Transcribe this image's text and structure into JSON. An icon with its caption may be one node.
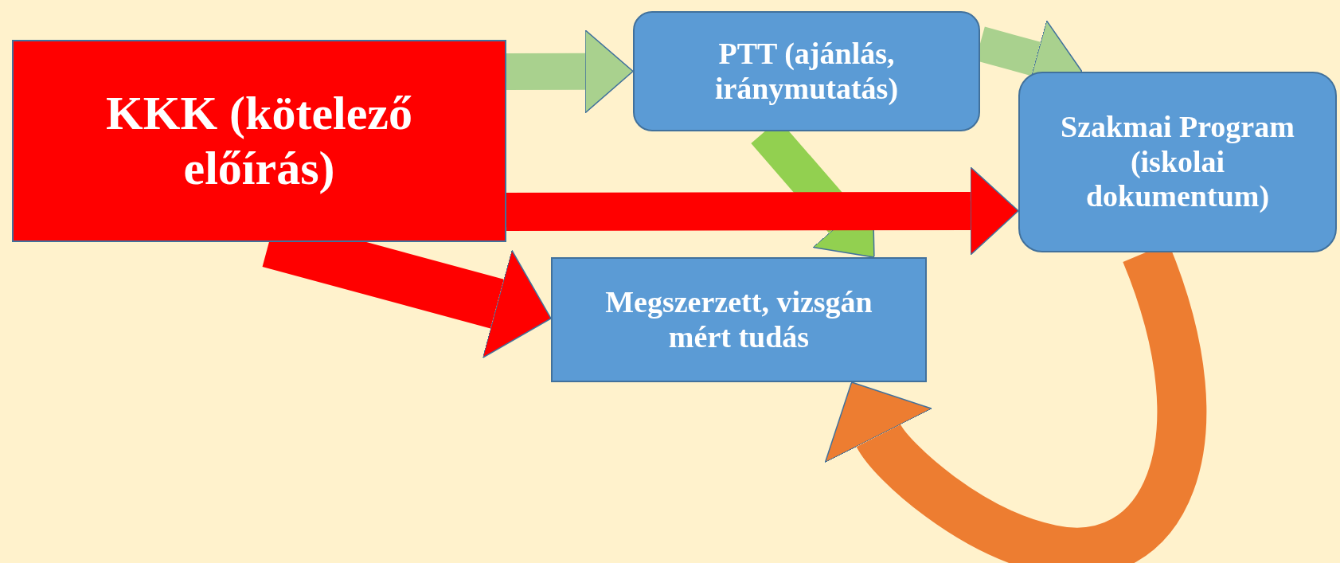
{
  "diagram": {
    "nodes": [
      {
        "text": [
          "KKK (kötelező előírás)"
        ]
      },
      {
        "text": [
          "PTT (ajánlás, iránymutatás)"
        ]
      },
      {
        "text": [
          "Szakmai Program (iskolai dokumentum)"
        ]
      },
      {
        "text": [
          "Megszerzett, vizsgán mért tudás"
        ]
      }
    ],
    "edges": [
      {
        "from": 0,
        "to": 1,
        "arrow": "to",
        "color": "#a9d18e"
      },
      {
        "from": 1,
        "to": 2,
        "arrow": "to",
        "color": "#a9d18e"
      },
      {
        "from": 1,
        "to": 3,
        "arrow": "to",
        "color": "#92d050"
      },
      {
        "from": 0,
        "to": 2,
        "arrow": "to",
        "color": "#ff0000"
      },
      {
        "from": 0,
        "to": 3,
        "arrow": "to",
        "color": "#ff0000"
      },
      {
        "from": 2,
        "to": 3,
        "arrow": "to",
        "color": "#ed7d31"
      }
    ]
  }
}
